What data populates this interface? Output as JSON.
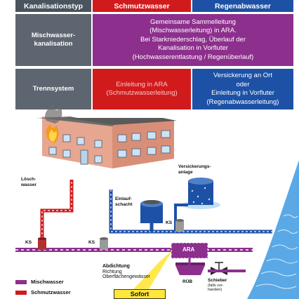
{
  "table": {
    "headers": [
      "Kanalisationstyp",
      "Schmutzwasser",
      "Regenabwasser"
    ],
    "rows": {
      "mischwasser": {
        "label_line1": "Mischwasser-",
        "label_line2": "kanalisation",
        "combined_lines": [
          "Gemeinsame Sammelleitung",
          "(Mischwasserleitung) in ARA.",
          "Bei Starkniederschlag, Überlauf der",
          "Kanalisation in Vorfluter",
          "(Hochwasserentlastung / Regenüberlauf)"
        ]
      },
      "trennsystem": {
        "label": "Trennsystem",
        "schmutz_lines": [
          "Einleitung in ARA",
          "(Schmutzwasserleitung)"
        ],
        "regen_lines": [
          "Versickerung an Ort",
          "oder",
          "Einleitung in Vorfluter",
          "(Regenabwasserleitung)"
        ]
      }
    }
  },
  "diagram": {
    "labels": {
      "loeschwasser_1": "Lösch-",
      "loeschwasser_2": "wasser",
      "versickerung_1": "Versickerungs-",
      "versickerung_2": "anlage",
      "einlauf_1": "Einlauf-",
      "einlauf_2": "schacht",
      "ks_left": "KS",
      "ks_mid": "KS",
      "ks_right": "KS",
      "ara": "ARA",
      "abdichtung": "Abdichtung",
      "richtung": "Richtung",
      "oberflaechen": "Oberflächengewässer",
      "rueb": "RÜB",
      "schieber": "Schieber",
      "schieber_sub1": "(falls vor-",
      "schieber_sub2": "handen)",
      "sofort": "Sofort"
    },
    "legend": [
      {
        "label": "Mischwasser",
        "color": "#8d2f8d"
      },
      {
        "label": "Schmutzwasser",
        "color": "#d11a1c"
      }
    ],
    "colors": {
      "misch": "#8d2f8d",
      "schmutz": "#d11a1c",
      "regen": "#1d51a6",
      "water": "#5aa9e6"
    }
  }
}
